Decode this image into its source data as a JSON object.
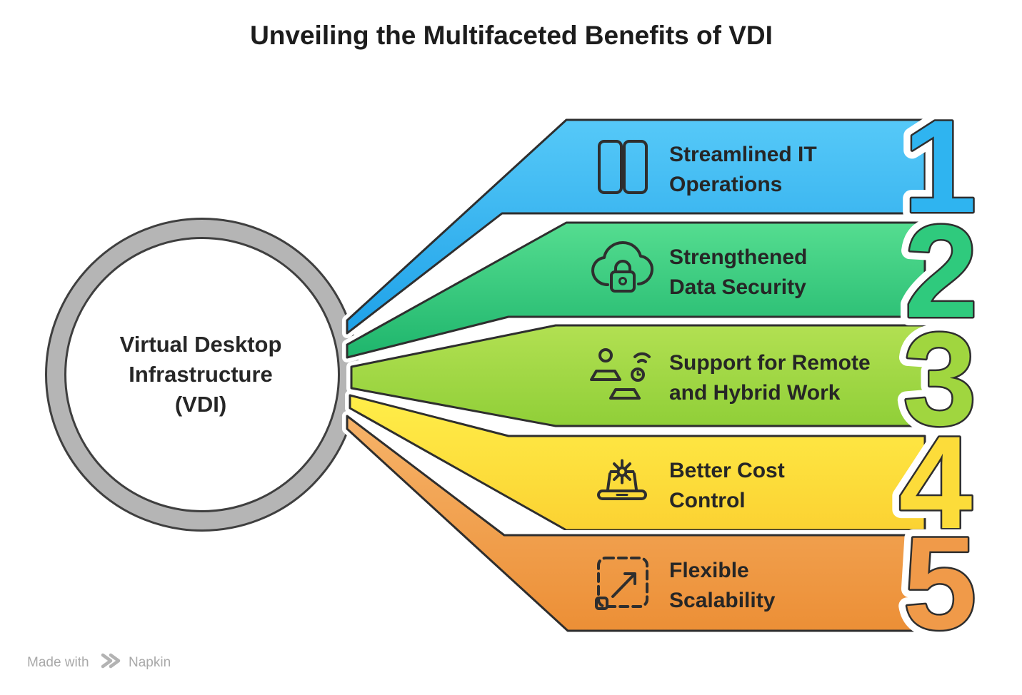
{
  "title": "Unveiling the Multifaceted Benefits of VDI",
  "center_label": {
    "line1": "Virtual Desktop",
    "line2": "Infrastructure",
    "line3": "(VDI)"
  },
  "ring": {
    "color": "#b5b5b5"
  },
  "benefits": [
    {
      "number": "1",
      "line1": "Streamlined IT",
      "line2": "Operations",
      "icon": "split-window-icon",
      "color_top": "#56c9f8",
      "color_bottom": "#1ea1e8",
      "number_color": "#2fb4f0"
    },
    {
      "number": "2",
      "line1": "Strengthened",
      "line2": "Data Security",
      "icon": "cloud-lock-icon",
      "color_top": "#55dd90",
      "color_bottom": "#1eb56c",
      "number_color": "#2fca7d"
    },
    {
      "number": "3",
      "line1": "Support for Remote",
      "line2": "and Hybrid Work",
      "icon": "remote-hybrid-work-icon",
      "color_top": "#b2e052",
      "color_bottom": "#90cf38",
      "number_color": "#a0d63f"
    },
    {
      "number": "4",
      "line1": "Better Cost",
      "line2": "Control",
      "icon": "laptop-gear-icon",
      "color_top": "#ffee49",
      "color_bottom": "#fbd232",
      "number_color": "#fcdc3a"
    },
    {
      "number": "5",
      "line1": "Flexible",
      "line2": "Scalability",
      "icon": "expand-arrows-icon",
      "color_top": "#f6b369",
      "color_bottom": "#ec8f36",
      "number_color": "#f09a49"
    }
  ],
  "footer": {
    "made_with": "Made with",
    "brand": "Napkin"
  }
}
